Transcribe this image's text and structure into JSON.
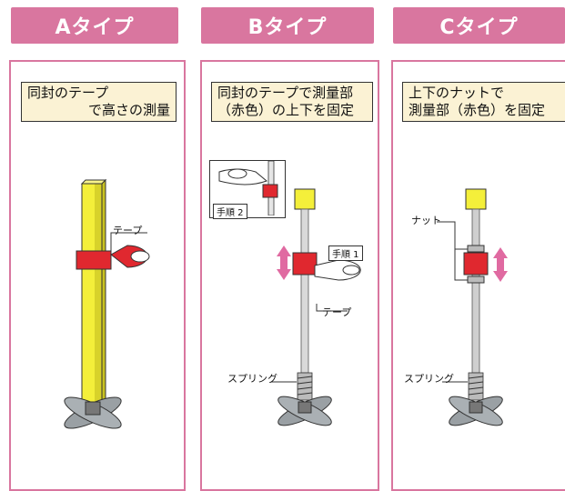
{
  "colors": {
    "header": "#d9769f",
    "caption_bg": "#fbf2d4",
    "post_yellow": "#f4ef3a",
    "tape_red": "#e0282f",
    "arrow_pink": "#e06aa1"
  },
  "panels": [
    {
      "title": "Aタイプ",
      "caption": [
        "同封のテープ",
        "で高さの測量"
      ],
      "labels": {
        "tape": "テープ"
      }
    },
    {
      "title": "Bタイプ",
      "caption": [
        "同封のテープで測量部",
        "（赤色）の上下を固定"
      ],
      "labels": {
        "step1": "手順 1",
        "step2": "手順 2",
        "tape": "テープ",
        "spring": "スプリング"
      }
    },
    {
      "title": "Cタイプ",
      "caption": [
        "上下のナットで",
        "測量部（赤色）を固定"
      ],
      "labels": {
        "nut": "ナット",
        "spring": "スプリング"
      }
    }
  ]
}
